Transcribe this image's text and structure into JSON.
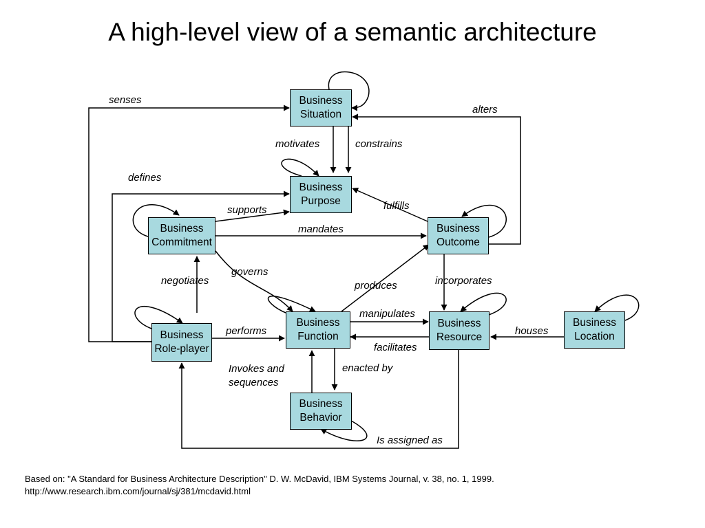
{
  "title": "A high-level view of a semantic architecture",
  "nodes": {
    "situation": {
      "line1": "Business",
      "line2": "Situation"
    },
    "purpose": {
      "line1": "Business",
      "line2": "Purpose"
    },
    "commitment": {
      "line1": "Business",
      "line2": "Commitment"
    },
    "outcome": {
      "line1": "Business",
      "line2": "Outcome"
    },
    "function": {
      "line1": "Business",
      "line2": "Function"
    },
    "resource": {
      "line1": "Business",
      "line2": "Resource"
    },
    "location": {
      "line1": "Business",
      "line2": "Location"
    },
    "role_player": {
      "line1": "Business",
      "line2": "Role-player"
    },
    "behavior": {
      "line1": "Business",
      "line2": "Behavior"
    }
  },
  "edges": {
    "senses": "senses",
    "alters": "alters",
    "motivates": "motivates",
    "constrains": "constrains",
    "defines": "defines",
    "fulfills": "fulfills",
    "supports": "supports",
    "mandates": "mandates",
    "governs": "governs",
    "negotiates": "negotiates",
    "produces": "produces",
    "incorporates": "incorporates",
    "manipulates": "manipulates",
    "facilitates": "facilitates",
    "performs": "performs",
    "houses": "houses",
    "invokes_line1": "Invokes and",
    "invokes_line2": "sequences",
    "enacted_by": "enacted by",
    "assigned_as": "Is assigned as"
  },
  "footer": {
    "citation": "Based on: \"A Standard for Business Architecture Description\" D. W. McDavid, IBM Systems Journal, v. 38, no. 1, 1999.",
    "url": "http://www.research.ibm.com/journal/sj/381/mcdavid.html"
  },
  "colors": {
    "box_fill": "#a8d9df",
    "line": "#000000"
  }
}
